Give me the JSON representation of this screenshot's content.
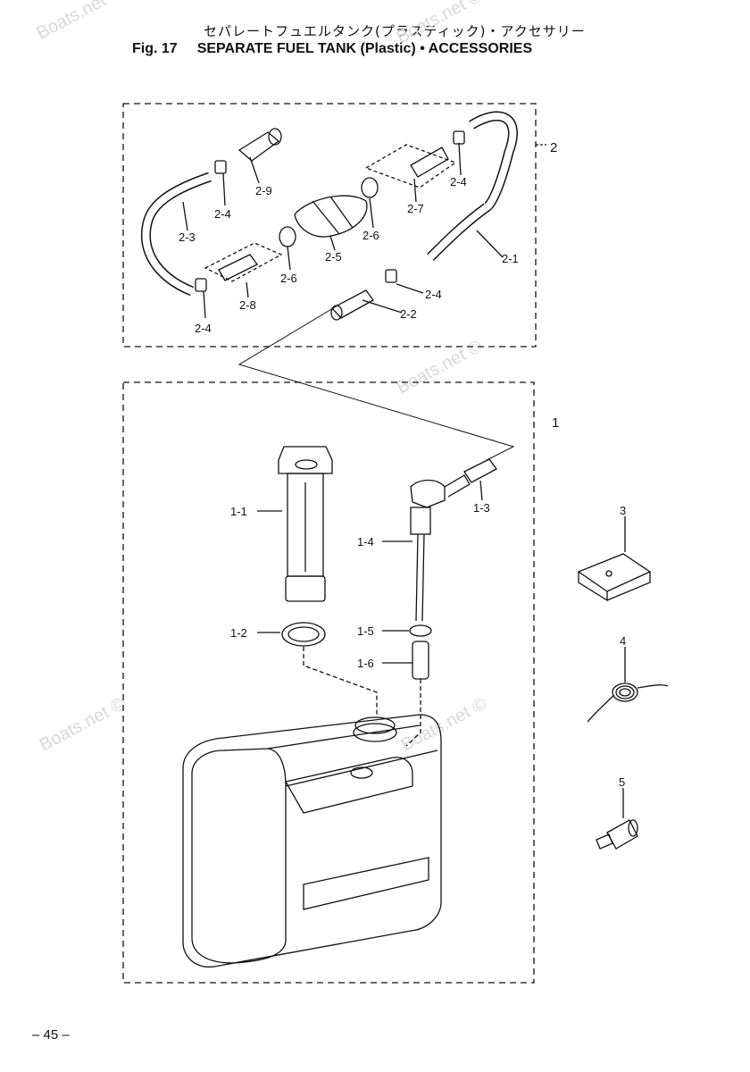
{
  "header": {
    "title_jp": "セパレートフュエルタンク(プラスティック)・アクセサリー",
    "fig_no": "Fig. 17",
    "title_en": "SEPARATE FUEL TANK (Plastic) • ACCESSORIES"
  },
  "watermark": "Boats.net ©",
  "watermark_top": "Boats.net",
  "page_number": "– 45 –",
  "callouts": {
    "g2": "2",
    "p2_1": "2-1",
    "p2_2": "2-2",
    "p2_3": "2-3",
    "p2_4a": "2-4",
    "p2_4b": "2-4",
    "p2_4c": "2-4",
    "p2_4d": "2-4",
    "p2_5": "2-5",
    "p2_6a": "2-6",
    "p2_6b": "2-6",
    "p2_7": "2-7",
    "p2_8": "2-8",
    "p2_9": "2-9",
    "g1": "1",
    "p1_1": "1-1",
    "p1_2": "1-2",
    "p1_3": "1-3",
    "p1_4": "1-4",
    "p1_5": "1-5",
    "p1_6": "1-6",
    "p3": "3",
    "p4": "4",
    "p5": "5"
  }
}
